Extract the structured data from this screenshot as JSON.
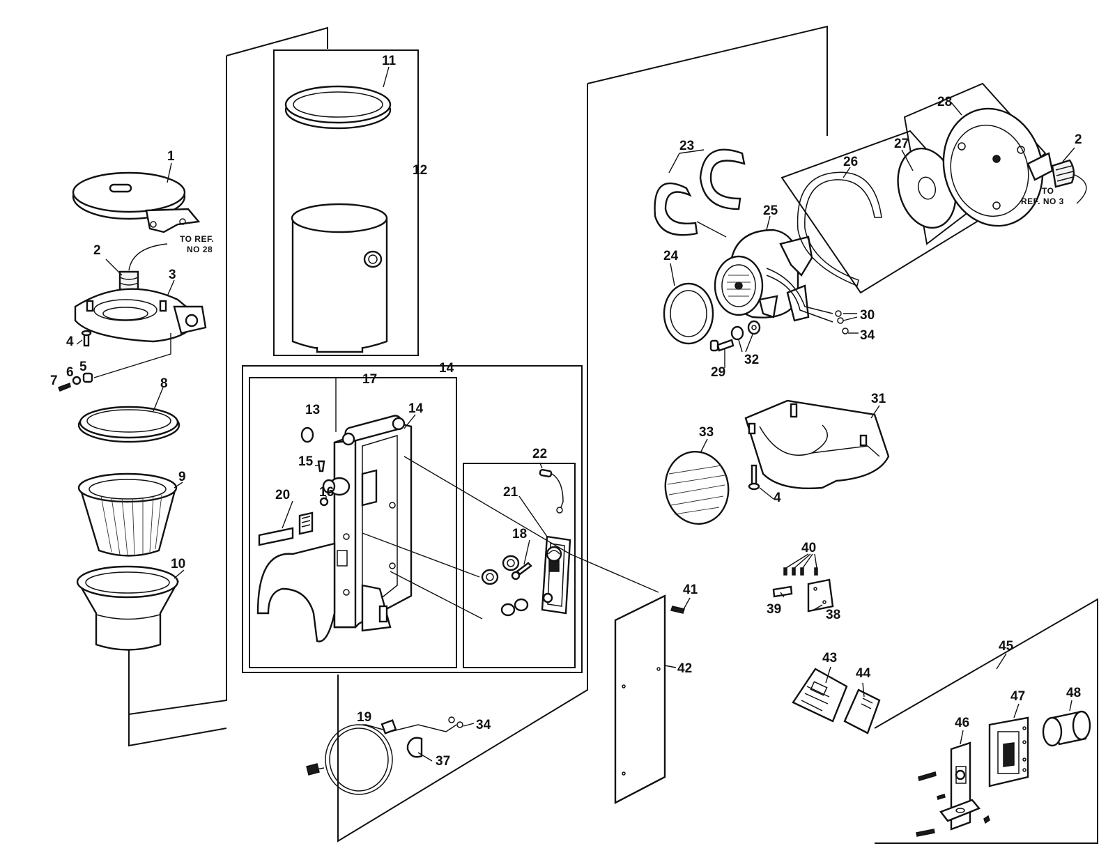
{
  "callouts": {
    "c1": "1",
    "c2a": "2",
    "c3a": "3",
    "c4a": "4",
    "c5": "5",
    "c6": "6",
    "c7": "7",
    "c8": "8",
    "c9": "9",
    "c10": "10",
    "c11": "11",
    "c12": "12",
    "c13": "13",
    "c14a": "14",
    "c14b": "14",
    "c15": "15",
    "c16": "16",
    "c17": "17",
    "c18": "18",
    "c19": "19",
    "c20": "20",
    "c21": "21",
    "c22": "22",
    "c23": "23",
    "c24": "24",
    "c25": "25",
    "c26": "26",
    "c27": "27",
    "c28": "28",
    "c2b": "2",
    "c29": "29",
    "c30": "30",
    "c31": "31",
    "c32": "32",
    "c33": "33",
    "c34a": "34",
    "c34b": "34",
    "c37": "37",
    "c38": "38",
    "c39": "39",
    "c40": "40",
    "c41": "41",
    "c42": "42",
    "c43": "43",
    "c44": "44",
    "c45": "45",
    "c46": "46",
    "c47": "47",
    "c48": "48",
    "c4b": "4"
  },
  "notes": {
    "to_ref_28_line1": "TO REF.",
    "to_ref_28_line2": "NO 28",
    "to_ref_3_line1": "TO",
    "to_ref_3_line2": "REF. NO 3"
  }
}
